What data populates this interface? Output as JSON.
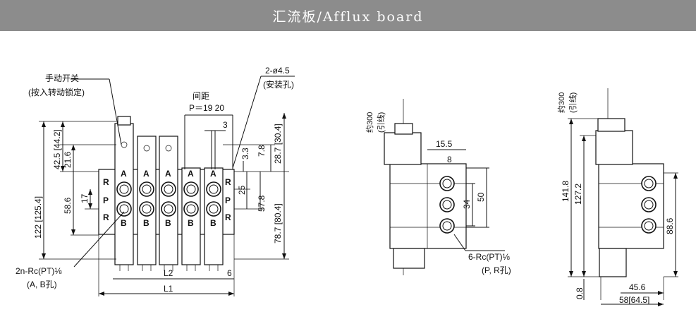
{
  "header": {
    "title": "汇流板/Afflux board"
  },
  "front_view": {
    "manual_override": {
      "line1": "手动开关",
      "line2": "(按入转动锁定)"
    },
    "pitch": {
      "label": "间距",
      "value": "P＝19 20"
    },
    "mounting_hole": {
      "size": "2-ø4.5",
      "note": "(安装孔)"
    },
    "dims": {
      "d3": "3",
      "d3_3": "3.3",
      "d7_8": "7.8",
      "d28_7": "28.7 [30.4]",
      "d25": "25",
      "d57_8": "57.8",
      "d78_7": "78.7 [80.4]",
      "d122": "122 [125.4]",
      "d42_5": "42.5 [44.2]",
      "d21_6": "21.6",
      "d58_6": "58.6",
      "d17": "17",
      "d6": "6",
      "l2": "L2",
      "l1": "L1"
    },
    "port_callout": {
      "line1": "2n-Rc(PT)⅛",
      "line2": "(A, B孔)"
    },
    "port_letters": {
      "a": "A",
      "b": "B",
      "r": "R",
      "p": "P"
    }
  },
  "side_view": {
    "lead": {
      "line1": "约300",
      "line2": "(引线)"
    },
    "dims": {
      "d15_5": "15.5",
      "d8": "8",
      "d34": "34",
      "d50": "50"
    },
    "port_callout": {
      "line1": "6-Rc(PT)⅛",
      "line2": "(P, R孔)"
    }
  },
  "right_view": {
    "lead": {
      "line1": "约300",
      "line2": "(引线)"
    },
    "dims": {
      "d141_8": "141.8",
      "d127_2": "127.2",
      "d88_6": "88.6",
      "d0_8": "0.8",
      "d45_6": "45.6",
      "d58": "58[64.5]"
    }
  }
}
